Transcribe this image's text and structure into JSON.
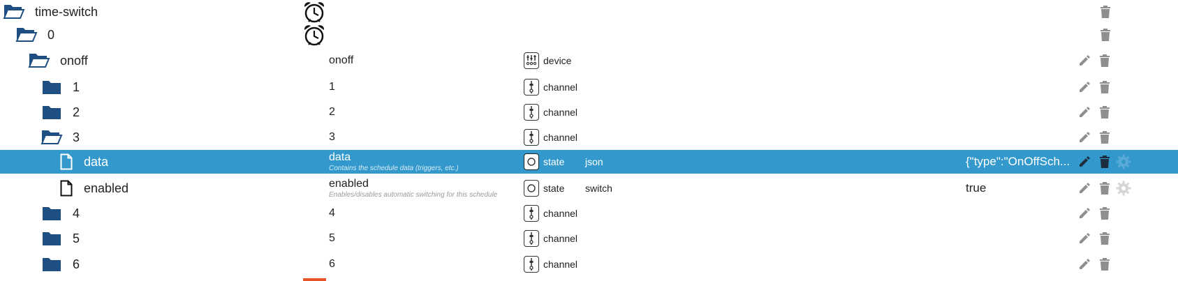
{
  "colors": {
    "selected_bg": "#3399cc",
    "folder": "#1f4f82",
    "action_icon": "#8f8f8f",
    "action_icon_selected": "#1c2e3d",
    "accent_bar": "#e8542a"
  },
  "rows": [
    {
      "label": "time-switch",
      "icon": "folder-open-icon",
      "extra_icon": "alarm-clock-icon"
    },
    {
      "label": "0",
      "icon": "folder-open-icon",
      "extra_icon": "alarm-clock-icon"
    },
    {
      "label": "onoff",
      "icon": "folder-open-icon",
      "name": "onoff",
      "type": "device",
      "type_icon": "device-icon"
    },
    {
      "label": "1",
      "icon": "folder-icon",
      "name": "1",
      "type": "channel",
      "type_icon": "channel-icon"
    },
    {
      "label": "2",
      "icon": "folder-icon",
      "name": "2",
      "type": "channel",
      "type_icon": "channel-icon"
    },
    {
      "label": "3",
      "icon": "folder-open-icon",
      "name": "3",
      "type": "channel",
      "type_icon": "channel-icon"
    },
    {
      "label": "data",
      "icon": "file-icon",
      "name": "data",
      "description": "Contains the schedule data (triggers, etc.)",
      "type": "state",
      "type_icon": "state-icon",
      "role": "json",
      "value": "{\"type\":\"OnOffSch...",
      "selected": true
    },
    {
      "label": "enabled",
      "icon": "file-icon",
      "name": "enabled",
      "description": "Enables/disables automatic switching for this schedule",
      "type": "state",
      "type_icon": "state-icon",
      "role": "switch",
      "value": "true"
    },
    {
      "label": "4",
      "icon": "folder-icon",
      "name": "4",
      "type": "channel",
      "type_icon": "channel-icon"
    },
    {
      "label": "5",
      "icon": "folder-icon",
      "name": "5",
      "type": "channel",
      "type_icon": "channel-icon"
    },
    {
      "label": "6",
      "icon": "folder-icon",
      "name": "6",
      "type": "channel",
      "type_icon": "channel-icon"
    }
  ]
}
